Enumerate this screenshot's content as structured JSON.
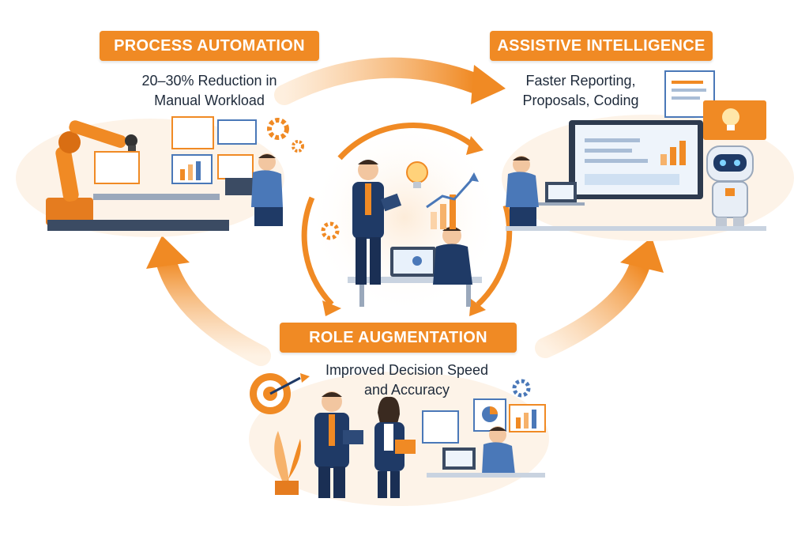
{
  "colors": {
    "orange": "#f08a24",
    "orange_light": "#fbd3a8",
    "navy": "#1f3a66",
    "blue": "#4a78b8",
    "blue_light": "#cfe0f2",
    "text": "#1e2a3a"
  },
  "sections": {
    "process_automation": {
      "title": "PROCESS AUTOMATION",
      "lines": [
        "20–30% Reduction in",
        "Manual Workload"
      ]
    },
    "assistive_intelligence": {
      "title": "ASSISTIVE INTELLIGENCE",
      "lines": [
        "Faster Reporting,",
        "Proposals, Coding"
      ]
    },
    "role_augmentation": {
      "title": "ROLE AUGMENTATION",
      "lines": [
        "Improved Decision Speed",
        "and Accuracy"
      ]
    }
  },
  "icons": [
    "robot-arm-icon",
    "gear-icon",
    "lightbulb-icon",
    "robot-icon",
    "target-icon",
    "laptop-icon",
    "bar-chart-icon"
  ]
}
